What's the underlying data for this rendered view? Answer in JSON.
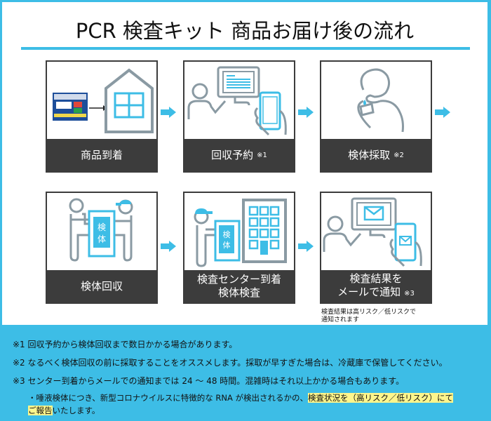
{
  "header": {
    "title": "PCR 検査キット 商品お届け後の流れ"
  },
  "steps": [
    {
      "label": "商品到着",
      "note": "",
      "icon": "kit-to-house-icon"
    },
    {
      "label": "回収予約",
      "note": "※1",
      "icon": "person-computer-phone-icon"
    },
    {
      "label": "検体採取",
      "note": "※2",
      "icon": "saliva-collection-icon"
    },
    {
      "label": "検体回収",
      "note": "",
      "icon": "specimen-handover-icon",
      "box_text": "検体"
    },
    {
      "label_line1": "検査センター到着",
      "label_line2": "検体検査",
      "icon": "lab-building-icon",
      "box_text": "検体"
    },
    {
      "label_line1": "検査結果を",
      "label_line2": "メールで通知",
      "note": "※3",
      "icon": "email-notification-icon"
    }
  ],
  "step6_subnote": {
    "line1": "検査結果は高リスク／低リスクで",
    "line2": "通知されます"
  },
  "footnotes": {
    "n1": "※1 回収予約から検体回収まで数日かかる場合があります。",
    "n2": "※2 なるべく検体回収の前に採取することをオススメします。採取が早すぎた場合は、冷蔵庫で保管してください。",
    "n3": "※3 センター到着からメールでの通知までは 24 ～ 48 時間。混雑時はそれ以上かかる場合もあります。",
    "bullet_part1": "・唾液検体につき、新型コロナウイルスに特徴的な RNA が検出されるかの、",
    "bullet_highlight1": "検査状況を（高リスク／低リスク）にて",
    "bullet_highlight2": "ご報告",
    "bullet_part2": "いたします。"
  },
  "colors": {
    "accent": "#3dbde6",
    "caption_bg": "#3c3c3c",
    "icon_gray": "#8a9aa3",
    "highlight": "#fdf58c"
  }
}
